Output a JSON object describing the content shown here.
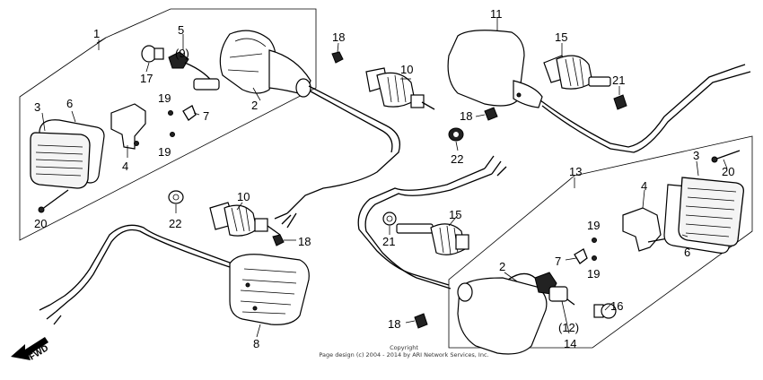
{
  "callouts": {
    "n1": "1",
    "n2a": "2",
    "n3a": "3",
    "n4a": "4",
    "n5": "5",
    "n9": "(9)",
    "n6a": "6",
    "n7a": "7",
    "n8": "8",
    "n10a": "10",
    "n10b": "10",
    "n11": "11",
    "n12": "(12)",
    "n13": "13",
    "n14": "14",
    "n15a": "15",
    "n15b": "15",
    "n16": "16",
    "n17": "17",
    "n18a": "18",
    "n18b": "18",
    "n18c": "18",
    "n18d": "18",
    "n19a": "19",
    "n19b": "19",
    "n19c": "19",
    "n19d": "19",
    "n20a": "20",
    "n20b": "20",
    "n21a": "21",
    "n21b": "21",
    "n22a": "22",
    "n22b": "22",
    "n2b": "2",
    "n3b": "3",
    "n4b": "4",
    "n6b": "6",
    "n7b": "7"
  },
  "fwd_label": "FWD",
  "copyright": {
    "line1": "Copyright",
    "line2": "Page design (c) 2004 - 2014 by ARI Network Services, Inc."
  }
}
